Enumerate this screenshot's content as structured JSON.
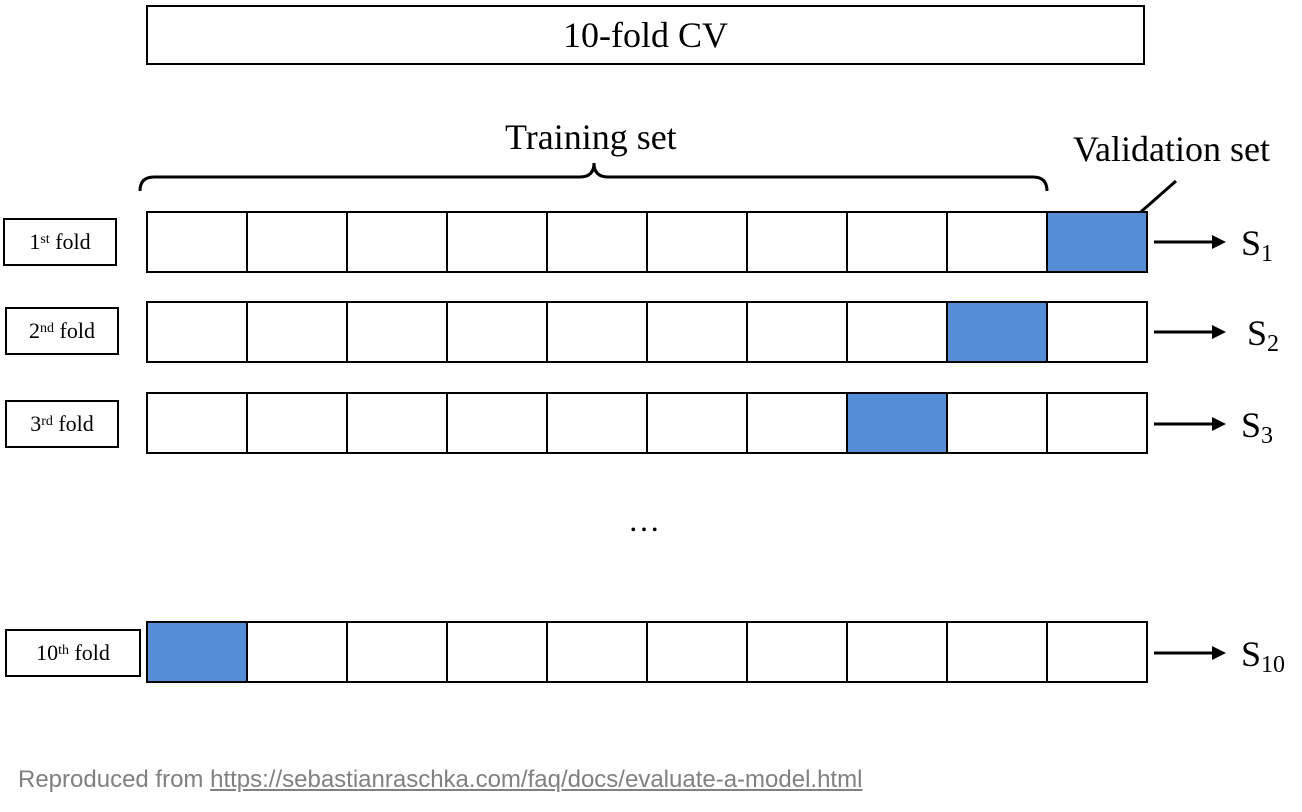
{
  "title": "10-fold CV",
  "training_label": "Training set",
  "validation_label": "Validation set",
  "ellipsis": "…",
  "folds": [
    {
      "num": "1",
      "sup": "st",
      "suffix": " fold",
      "score": "S",
      "score_sub": "1",
      "validation_index": 9
    },
    {
      "num": "2",
      "sup": "nd",
      "suffix": " fold",
      "score": "S",
      "score_sub": "2",
      "validation_index": 8
    },
    {
      "num": "3",
      "sup": "rd",
      "suffix": " fold",
      "score": "S",
      "score_sub": "3",
      "validation_index": 7
    },
    {
      "num": "10",
      "sup": "th",
      "suffix": " fold",
      "score": "S",
      "score_sub": "10",
      "validation_index": 0
    }
  ],
  "cells_per_fold": 10,
  "validation_color": "#558ed5",
  "footer": {
    "prefix": "Reproduced from ",
    "link_text": "https://sebastianraschka.com/faq/docs/evaluate-a-model.html"
  }
}
